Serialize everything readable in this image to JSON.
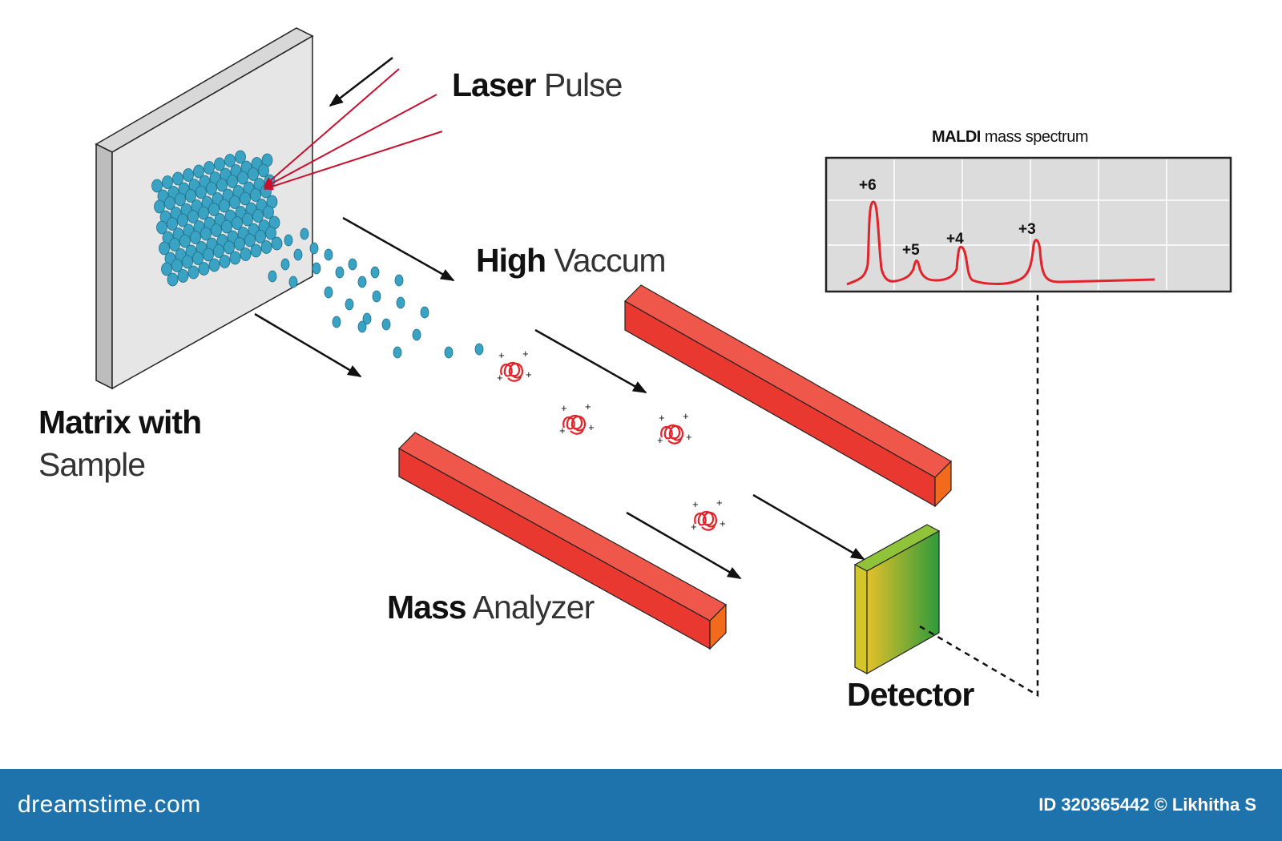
{
  "labels": {
    "laser_bold": "Laser",
    "laser_light": "Pulse",
    "vacuum_bold": "High",
    "vacuum_light": "Vaccum",
    "matrix_bold": "Matrix with",
    "matrix_light": "Sample",
    "mass_bold": "Mass",
    "mass_light": "Analyzer",
    "detector": "Detector"
  },
  "spectrum": {
    "title_bold": "MALDI",
    "title_light": "mass spectrum",
    "peaks": [
      "+6",
      "+5",
      "+4",
      "+3"
    ]
  },
  "colors": {
    "laser": "#c8102e",
    "analyzer": "#e8382f",
    "analyzer_end": "#f26a1b",
    "particle": "#3aa3c4",
    "ion": "#e0242a",
    "detector_from": "#e3c12a",
    "detector_to": "#2e9a3a",
    "footer": "#1f73ad"
  },
  "footer": {
    "brand": "dreamstime.com",
    "id_text": "ID 320365442 © Likhitha S"
  }
}
